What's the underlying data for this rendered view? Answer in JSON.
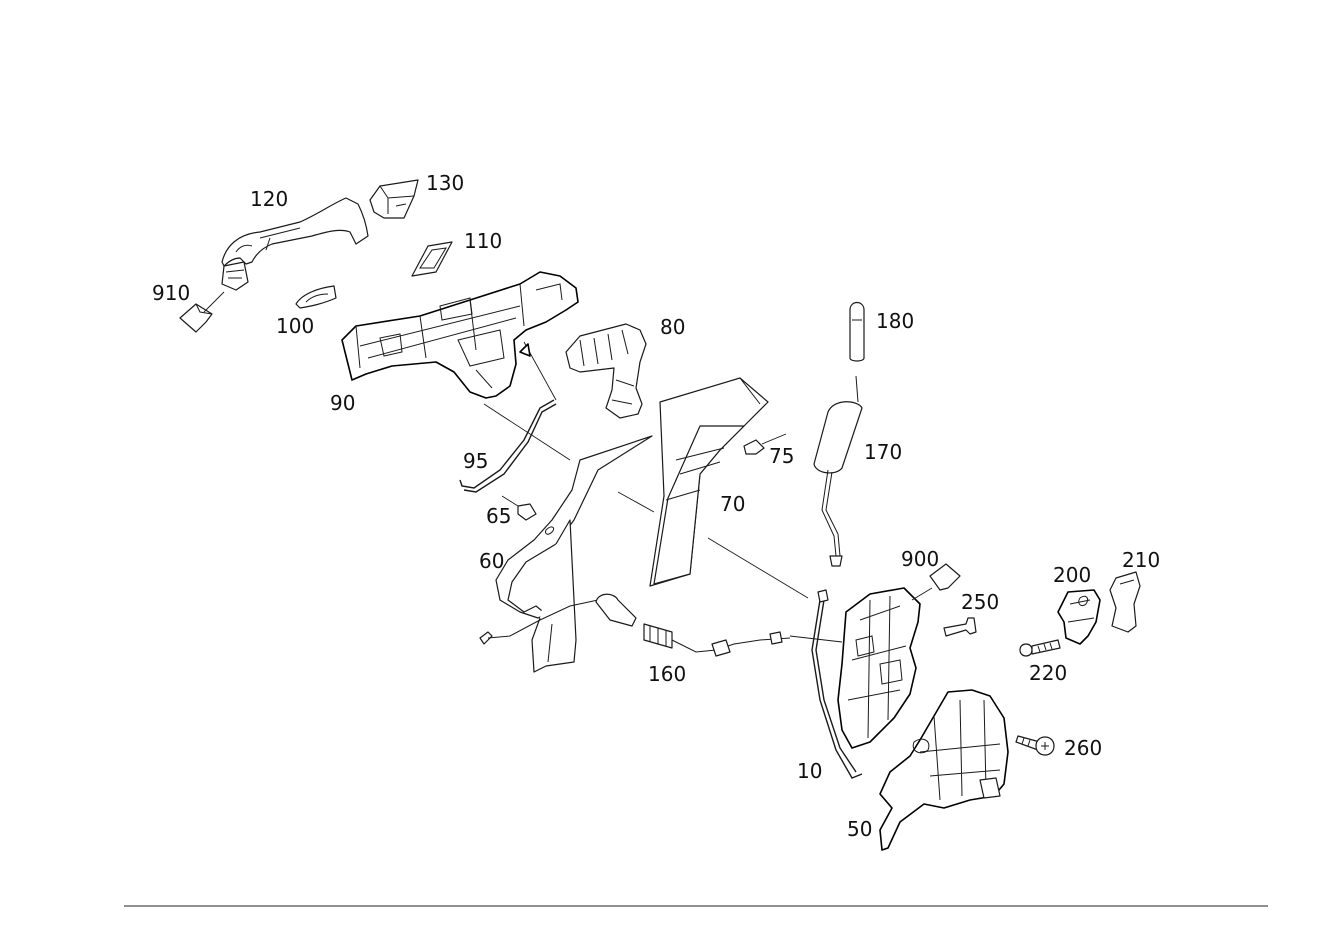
{
  "diagram": {
    "type": "exploded-parts-diagram",
    "callouts": [
      {
        "id": "120",
        "label": "120"
      },
      {
        "id": "130",
        "label": "130"
      },
      {
        "id": "110",
        "label": "110"
      },
      {
        "id": "910",
        "label": "910"
      },
      {
        "id": "100",
        "label": "100"
      },
      {
        "id": "90",
        "label": "90"
      },
      {
        "id": "80",
        "label": "80"
      },
      {
        "id": "180",
        "label": "180"
      },
      {
        "id": "95",
        "label": "95"
      },
      {
        "id": "75",
        "label": "75"
      },
      {
        "id": "170",
        "label": "170"
      },
      {
        "id": "70",
        "label": "70"
      },
      {
        "id": "65",
        "label": "65"
      },
      {
        "id": "60",
        "label": "60"
      },
      {
        "id": "900",
        "label": "900"
      },
      {
        "id": "210",
        "label": "210"
      },
      {
        "id": "200",
        "label": "200"
      },
      {
        "id": "250",
        "label": "250"
      },
      {
        "id": "160",
        "label": "160"
      },
      {
        "id": "220",
        "label": "220"
      },
      {
        "id": "260",
        "label": "260"
      },
      {
        "id": "10",
        "label": "10"
      },
      {
        "id": "50",
        "label": "50"
      }
    ]
  }
}
